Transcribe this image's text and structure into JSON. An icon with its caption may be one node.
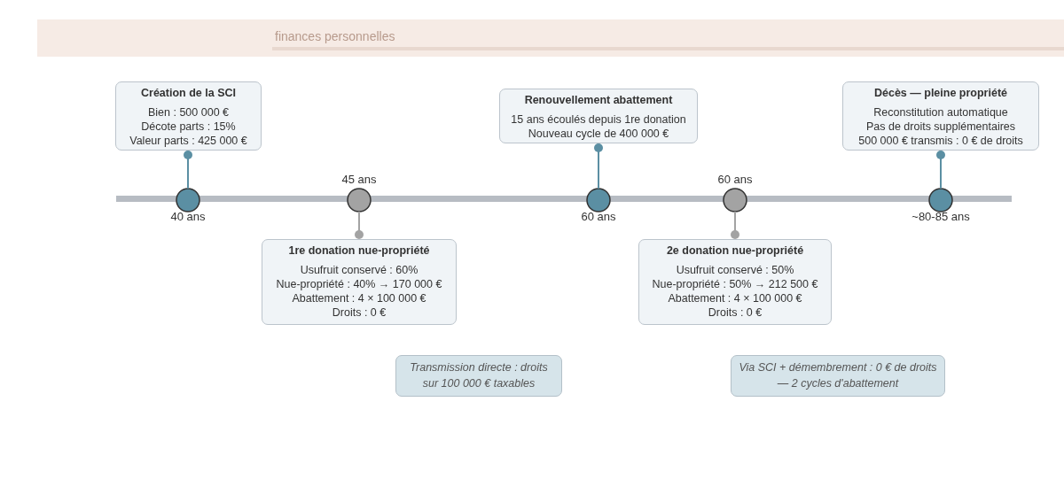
{
  "diagram": {
    "nodes": [
      {
        "text": [
          "Création de la SCI",
          "Bien : 500 000 €",
          "Décote parts : 15%",
          "Valeur parts : 425 000 €"
        ]
      },
      {
        "text": [
          "1re donation nue-propriété",
          "Usufruit conservé : 60%",
          "Nue-propriété : 40% → 170 000 €",
          "Abattement : 4 × 100 000 €",
          "Droits : 0 €"
        ]
      },
      {
        "text": [
          "Renouvellement abattement",
          "15 ans écoulés depuis 1re donation",
          "Nouveau cycle de 400 000 €"
        ]
      },
      {
        "text": [
          "2e donation nue-propriété",
          "Usufruit conservé : 50%",
          "Nue-propriété : 50% → 212 500 €",
          "Abattement : 4 × 100 000 €",
          "Droits : 0 €"
        ]
      },
      {
        "text": [
          "Décès — pleine propriété",
          "Reconstitution automatique",
          "Pas de droits supplémentaires",
          "500 000 € transmis : 0 € de droits"
        ]
      },
      {
        "text": [],
        "shape": "circle",
        "beside": [
          "40 ans"
        ]
      },
      {
        "text": [],
        "shape": "circle",
        "beside": [
          "45 ans"
        ]
      },
      {
        "text": [],
        "shape": "circle",
        "beside": [
          "60 ans"
        ]
      },
      {
        "text": [],
        "shape": "circle",
        "beside": [
          "60 ans"
        ]
      },
      {
        "text": [],
        "shape": "circle",
        "beside": [
          "~80-85 ans"
        ]
      },
      {
        "text": [
          "Transmission directe : droits sur 100 000 € taxables"
        ]
      },
      {
        "text": [
          "Via SCI + démembrement : 0 € de droits — 2 cycles d'abattement"
        ]
      }
    ],
    "edges": [
      {
        "from": 5,
        "to": 0,
        "arrow": "other"
      },
      {
        "from": 6,
        "to": 1,
        "arrow": "other",
        "color": "#a3a3a3"
      },
      {
        "from": 7,
        "to": 2,
        "arrow": "other"
      },
      {
        "from": 8,
        "to": 3,
        "arrow": "other",
        "color": "#a3a3a3"
      },
      {
        "from": 9,
        "to": 4,
        "arrow": "other"
      }
    ],
    "labels": [
      "finances personnelles"
    ]
  }
}
